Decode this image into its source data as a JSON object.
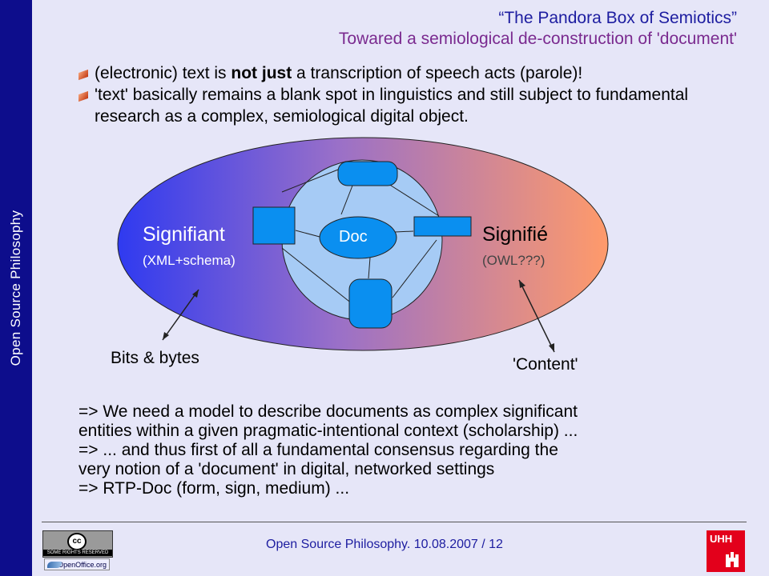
{
  "sidebar": {
    "label": "Open Source Philosophy"
  },
  "title": {
    "line1": "“The Pandora Box of Semiotics”",
    "line2": "Towared a semiological  de-construction of 'document'"
  },
  "bullets": {
    "b1_pre": "(electronic) text is ",
    "b1_bold": "not just",
    "b1_post": " a transcription of speech acts (parole)!",
    "b2": "'text' basically remains a blank spot in linguistics and still subject to fundamental research as a complex, semiological digital object."
  },
  "diagram": {
    "signifiant": "Signifiant",
    "signifiant_sub": "(XML+schema)",
    "signifie": "Signifié",
    "signifie_sub": "(OWL???)",
    "doc": "Doc",
    "bits": "Bits & bytes",
    "content": "'Content'",
    "colors": {
      "left": "#2f3af0",
      "right": "#ff9a6a",
      "inner": "#a6cbf5",
      "node": "#0a8ff0"
    }
  },
  "conclusion": {
    "l1": "=> We need a model to describe documents as complex significant",
    "l2": "entities within a given pragmatic-intentional context (scholarship) ...",
    "l3": "=> ... and thus first of all a fundamental consensus regarding the",
    "l4": "very notion of a 'document' in digital, networked settings",
    "l5": "=> RTP-Doc (form, sign, medium) ..."
  },
  "footer": {
    "text": "Open Source Philosophy. 10.08.2007 / 12",
    "cc_label": "SOME RIGHTS RESERVED",
    "cc_symbol": "cc",
    "oo_label": "OpenOffice.org",
    "uhh_label": "UHH"
  }
}
